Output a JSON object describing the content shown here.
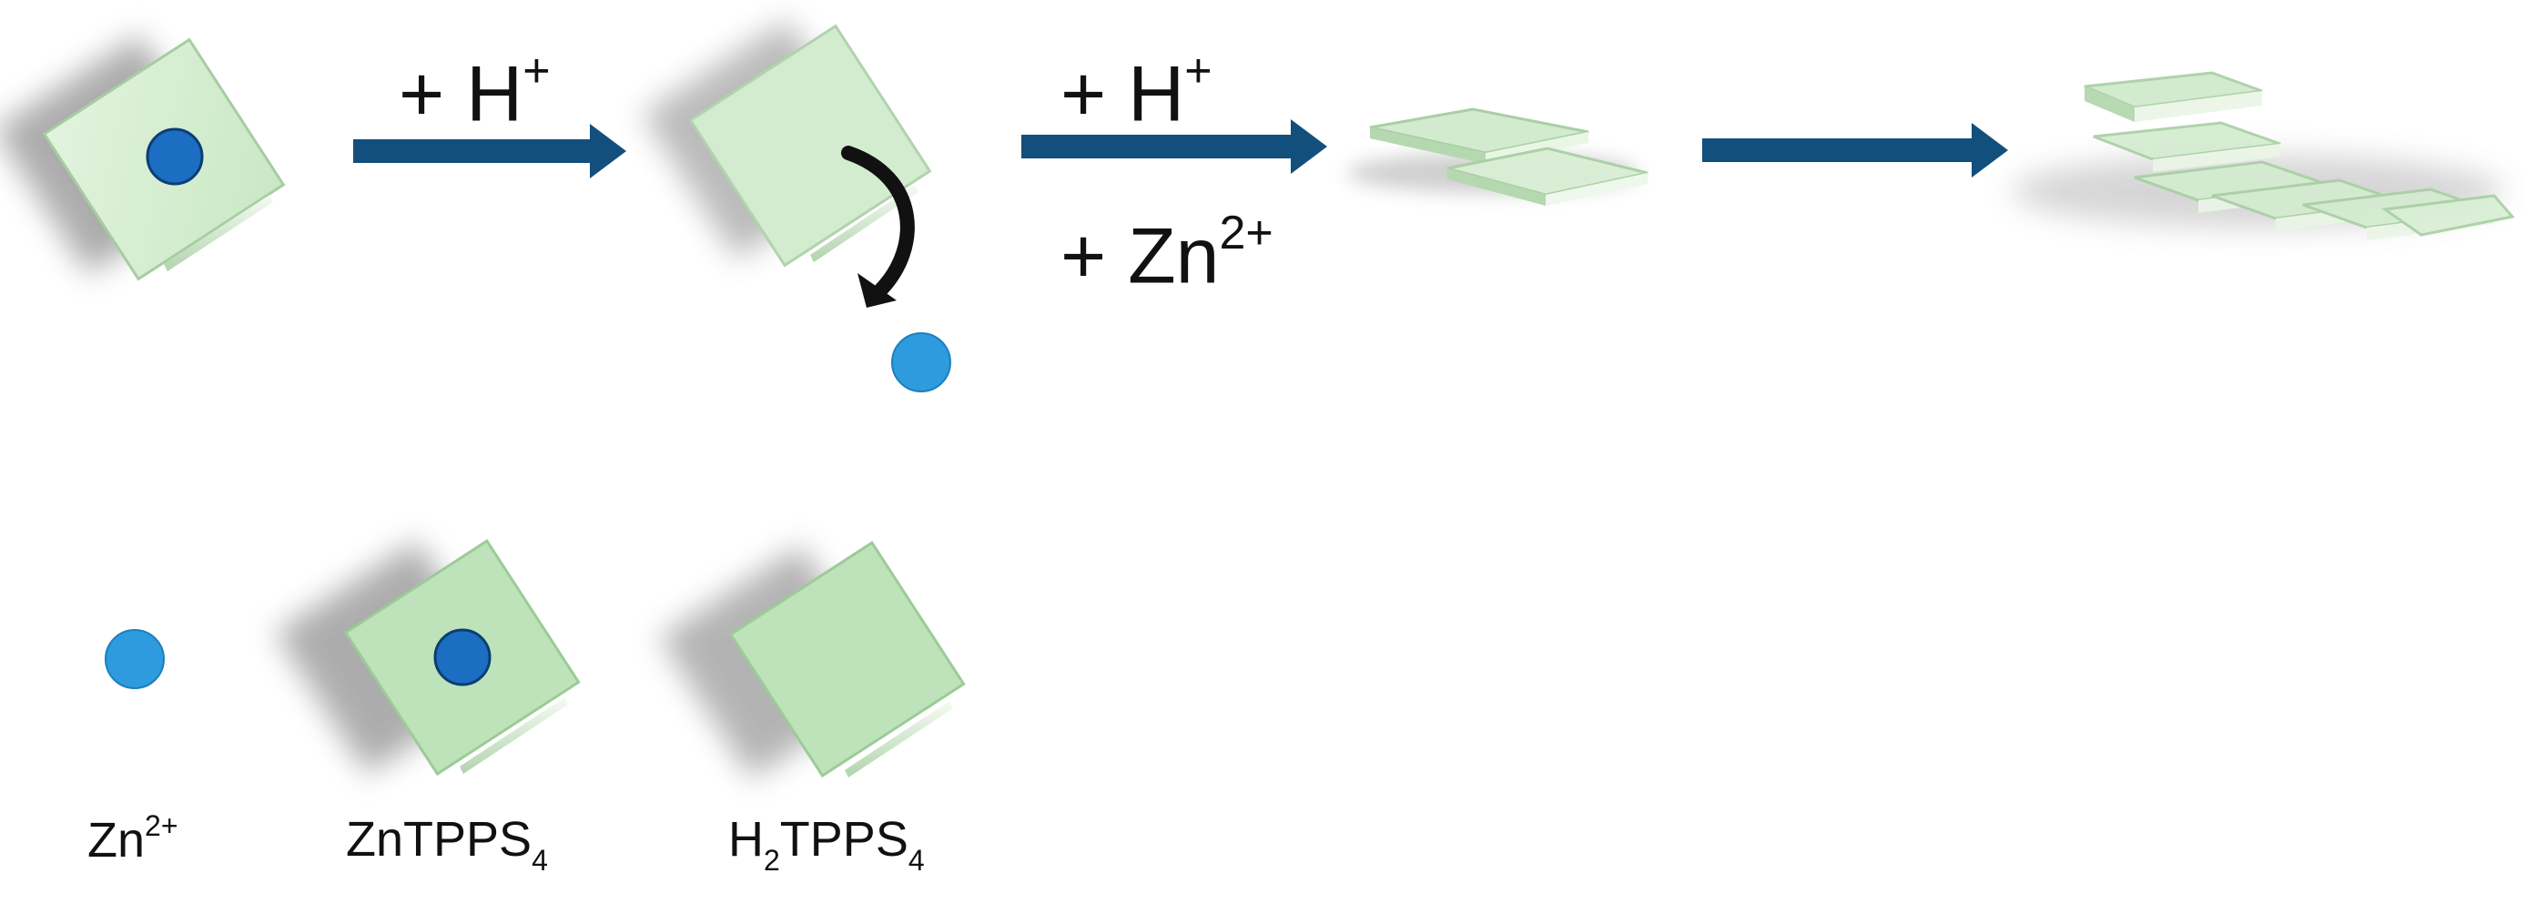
{
  "scheme": {
    "step1": {
      "reagent": "+ H",
      "reagent_charge": "+"
    },
    "step2": {
      "reagent_a": "+ H",
      "reagent_a_charge": "+",
      "reagent_b": "+ Zn",
      "reagent_b_charge": "2+"
    }
  },
  "legend": [
    {
      "symbol": "zinc-ion",
      "text": "Zn",
      "sup": "2+",
      "sub": "",
      "tail": "",
      "tail_sub": ""
    },
    {
      "symbol": "zn-porphyrin",
      "text": "ZnTPPS",
      "sup": "",
      "sub": "4",
      "tail": "",
      "tail_sub": ""
    },
    {
      "symbol": "h2-porphyrin",
      "text": "H",
      "sup": "",
      "sub": "2",
      "tail": "TPPS",
      "tail_sub": "4"
    }
  ],
  "colors": {
    "arrow": "#134F7C",
    "porphyrin_fill": "#D6EED2",
    "porphyrin_fill_dark": "#BEE3BA",
    "zn_core": "#1B6EC2",
    "zn_ion": "#2D9BDD",
    "text": "#111111"
  }
}
